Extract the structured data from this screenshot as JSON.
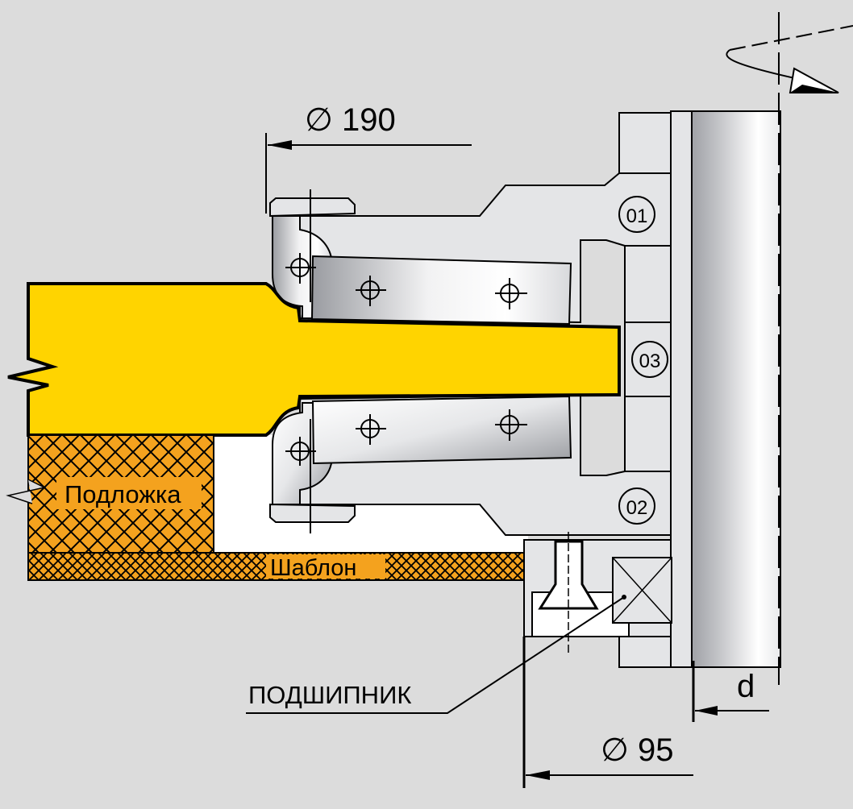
{
  "dimensions": {
    "outer_diameter": "∅ 190",
    "bearing_diameter": "∅ 95",
    "bore": "d"
  },
  "labels": {
    "backing": "Подложка",
    "template": "Шаблон",
    "bearing": "ПОДШИПНИК"
  },
  "parts": {
    "part_01": "01",
    "part_02": "02",
    "part_03": "03"
  },
  "colors": {
    "workpiece": "#ffd400",
    "backing": "#f4a21e",
    "body": "#e4e5e7",
    "background": "#dcdcdc"
  }
}
